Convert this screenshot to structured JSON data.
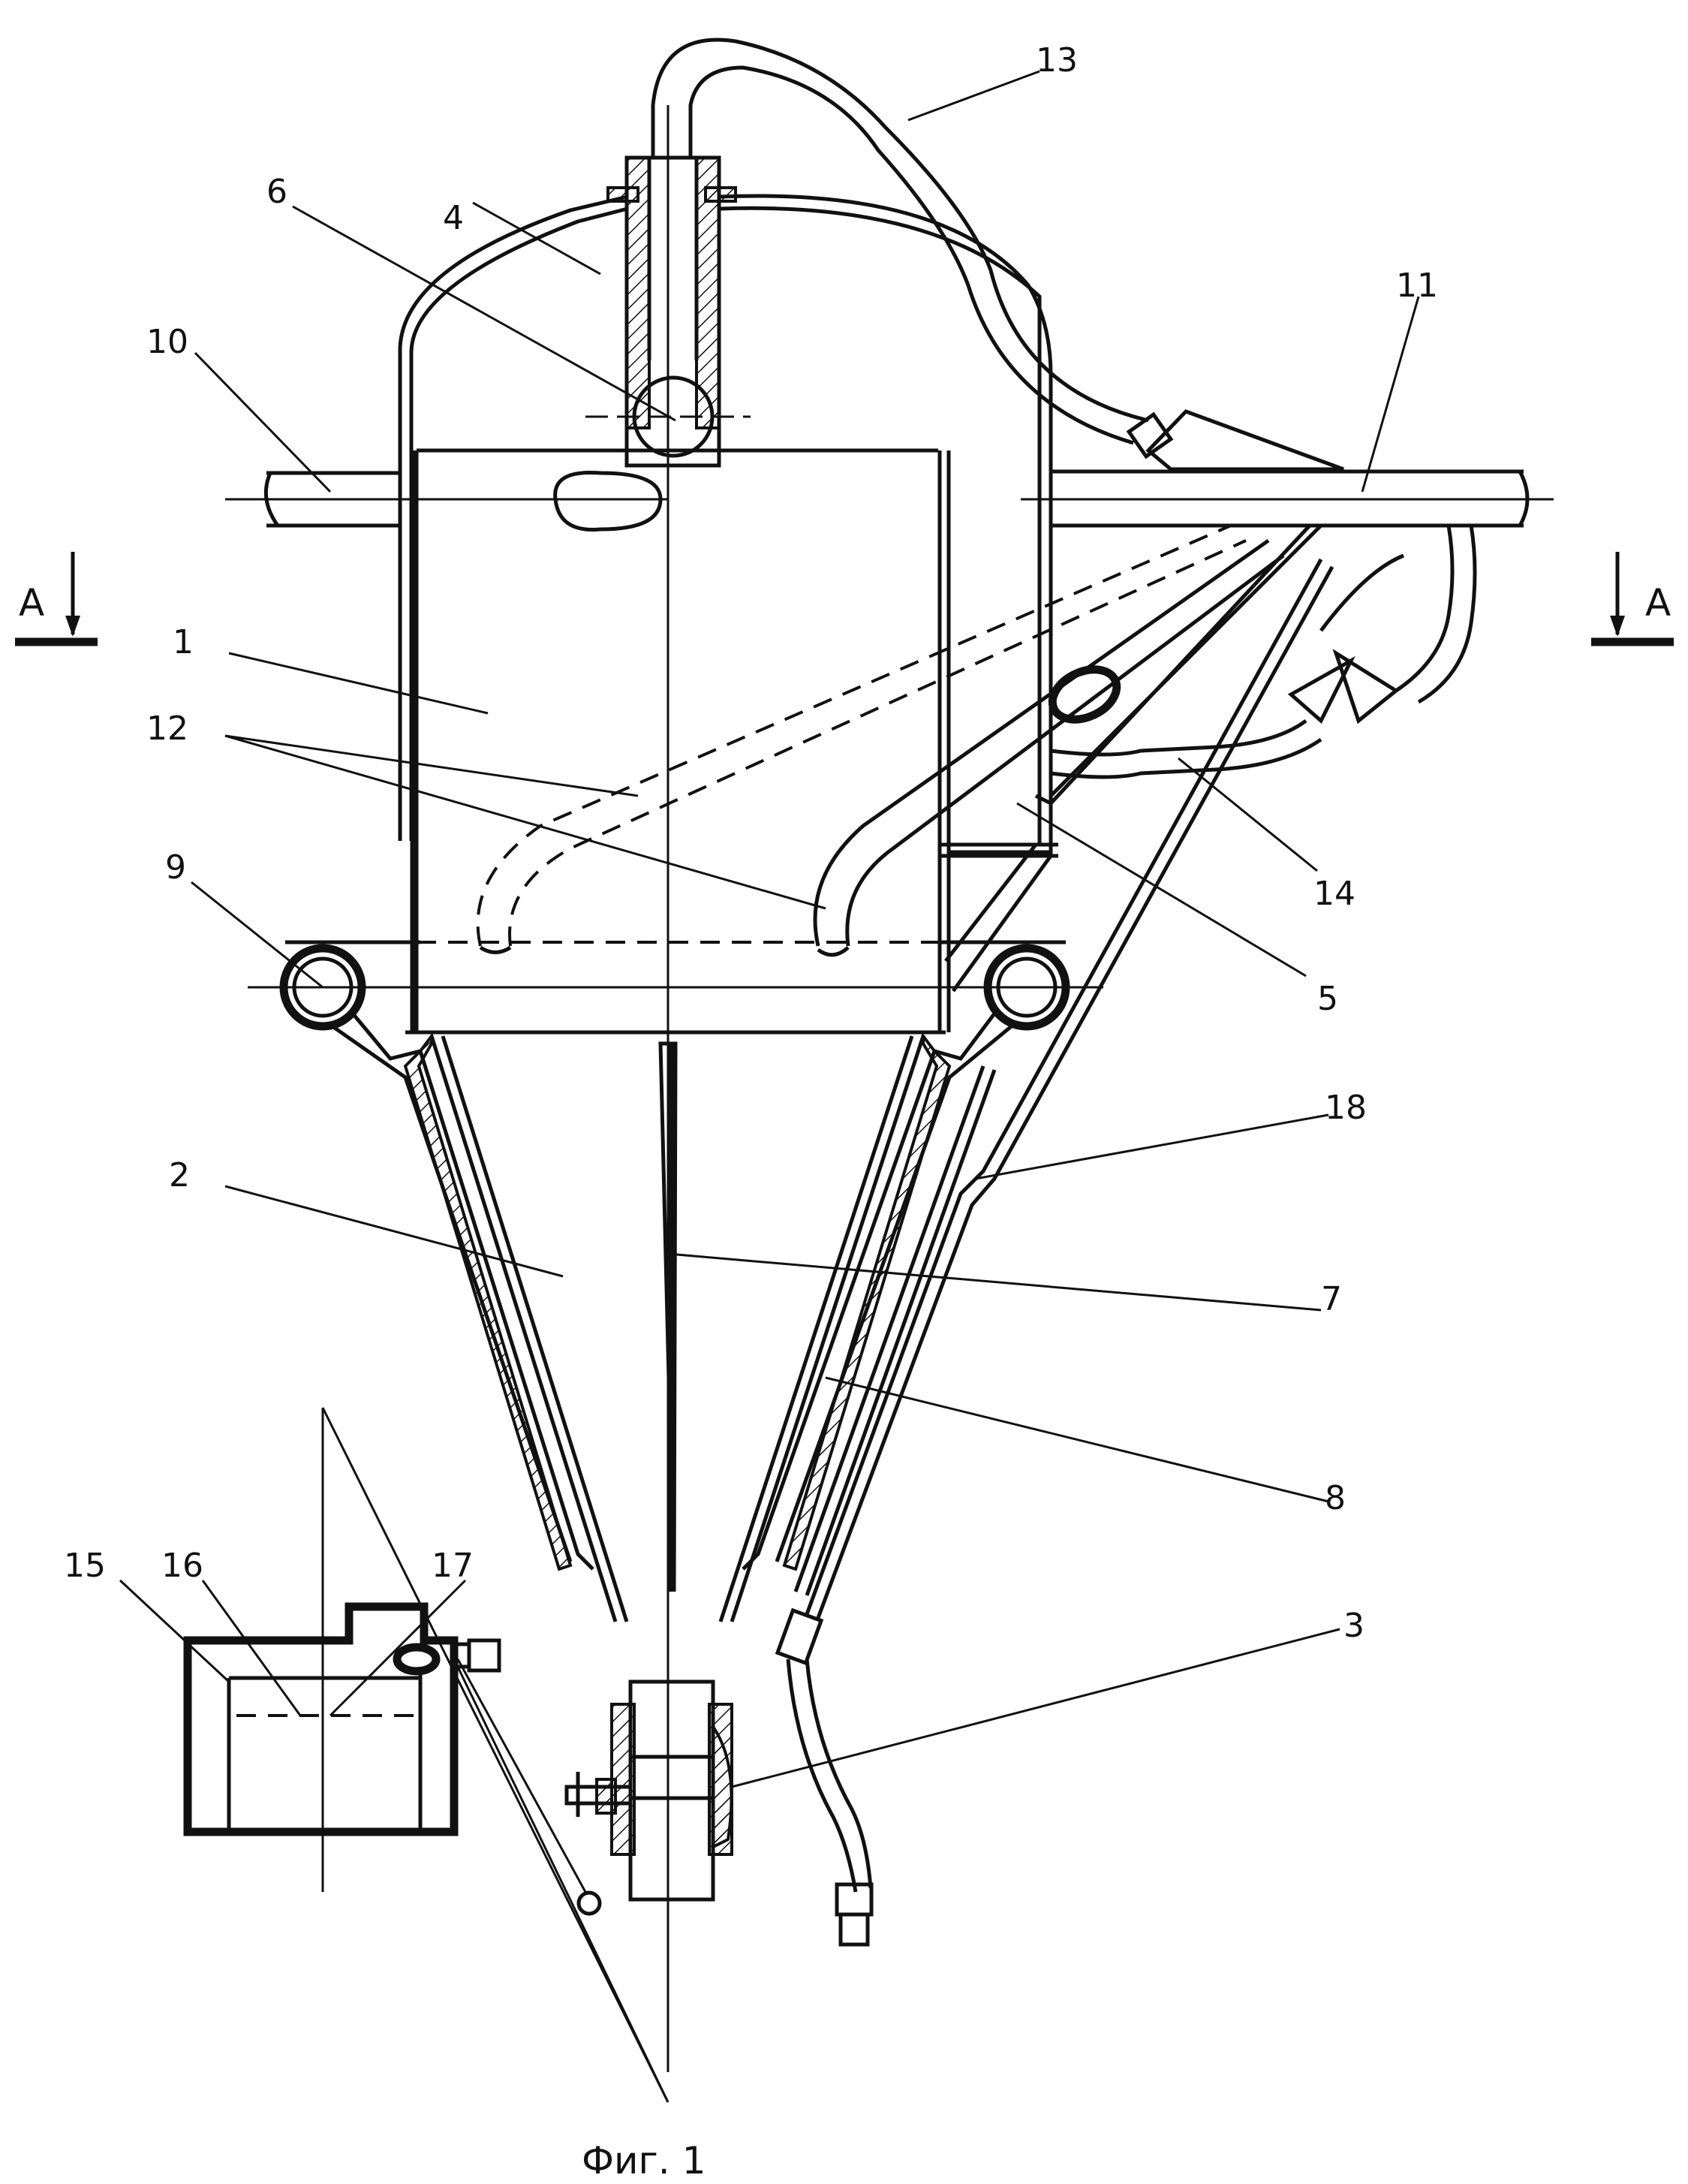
{
  "caption": "Фиг. 1",
  "section_marker": "A",
  "labels": {
    "l1": "1",
    "l2": "2",
    "l3": "3",
    "l4": "4",
    "l5": "5",
    "l6": "6",
    "l7": "7",
    "l8": "8",
    "l9": "9",
    "l10": "10",
    "l11": "11",
    "l12": "12",
    "l13": "13",
    "l14": "14",
    "l15": "15",
    "l16": "16",
    "l17": "17",
    "l18": "18"
  }
}
